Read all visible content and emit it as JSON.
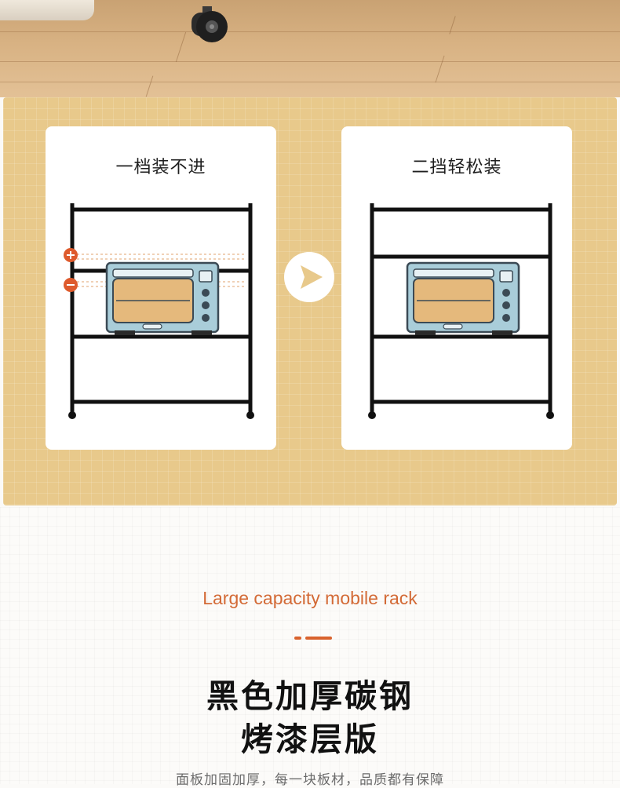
{
  "compare": {
    "left_title": "一档装不进",
    "right_title": "二挡轻松装"
  },
  "section": {
    "subtitle_en": "Large capacity mobile rack",
    "headline_line1": "黑色加厚碳钢",
    "headline_line2": "烤漆层版",
    "description": "面板加固加厚，每一块板材，品质都有保障"
  },
  "colors": {
    "panel_bg": "#e8c98b",
    "accent_orange": "#d36a36",
    "rack_black": "#111111",
    "oven_blue": "#a9cdd9"
  },
  "icons": [
    "caster-wheel-icon",
    "plus-icon",
    "minus-icon",
    "arrow-right-icon",
    "oven-icon"
  ]
}
